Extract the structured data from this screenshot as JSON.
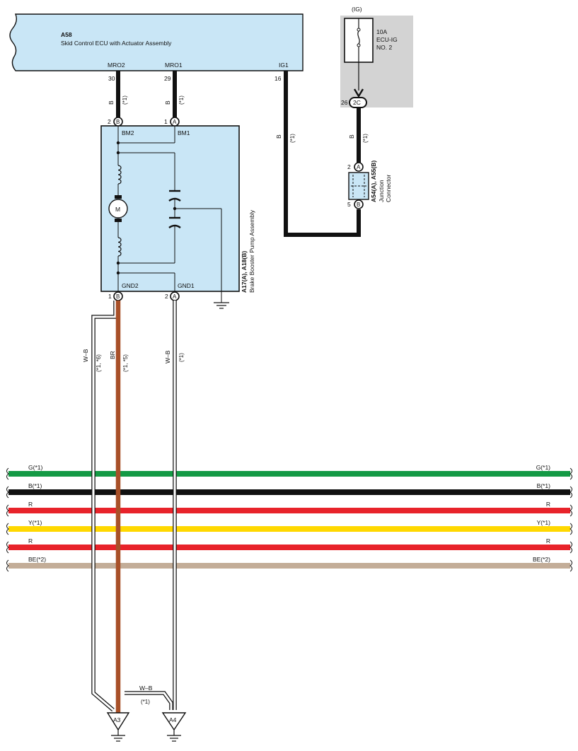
{
  "ecu": {
    "code": "A58",
    "name": "Skid Control ECU with Actuator Assembly",
    "pins": {
      "mro2": {
        "label": "MRO2",
        "num": "30"
      },
      "mro1": {
        "label": "MRO1",
        "num": "29"
      },
      "ig1": {
        "label": "IG1",
        "num": "16"
      }
    }
  },
  "fuse": {
    "supply": "(IG)",
    "rating": "10A",
    "name_line1": "ECU-IG",
    "name_line2": "NO. 2",
    "connector_pin": "26",
    "connector_id": "2C"
  },
  "pump": {
    "code": "A17(A), A18(B)",
    "name": "Brake Booster Pump Assembly",
    "top": {
      "bm2": {
        "label": "BM2",
        "pin": "2",
        "conn": "B"
      },
      "bm1": {
        "label": "BM1",
        "pin": "1",
        "conn": "A"
      }
    },
    "bottom": {
      "gnd2": {
        "label": "GND2",
        "pin": "1",
        "conn": "B"
      },
      "gnd1": {
        "label": "GND1",
        "pin": "2",
        "conn": "A"
      }
    },
    "motor": "M"
  },
  "junction": {
    "code": "A54(A), A55(B)",
    "name_line1": "Junction",
    "name_line2": "Connector",
    "pin_top": "2",
    "conn_top": "A",
    "pin_bottom": "5",
    "conn_bottom": "B"
  },
  "wire_labels": {
    "mro2_color": "B",
    "mro2_note": "(*1)",
    "mro1_color": "B",
    "mro1_note": "(*1)",
    "ig1_color": "B",
    "ig1_note": "(*1)",
    "fuse_color": "B",
    "fuse_note": "(*1)",
    "gnd_wb_left": "W–B",
    "gnd_wb_left_note": "(*1, *6)",
    "gnd_br": "BR",
    "gnd_br_note": "(*1, *5)",
    "gnd_wb_right": "W–B",
    "gnd_wb_right_note": "(*1)",
    "bottom_wb": "W–B",
    "bottom_wb_note": "(*1)"
  },
  "bus": [
    {
      "label": "G(*1)",
      "color": "#149a45"
    },
    {
      "label": "B(*1)",
      "color": "#111111"
    },
    {
      "label": "R",
      "color": "#e8232a"
    },
    {
      "label": "Y(*1)",
      "color": "#ffd800"
    },
    {
      "label": "R",
      "color": "#e8232a"
    },
    {
      "label": "BE(*2)",
      "color": "#c3ad98"
    }
  ],
  "grounds": {
    "a3": "A3",
    "a4": "A4"
  },
  "colors": {
    "ecu_fill": "#c9e6f6",
    "fuse_panel": "#d3d3d3",
    "brown_wire": "#a85028",
    "black_wire": "#111111"
  }
}
